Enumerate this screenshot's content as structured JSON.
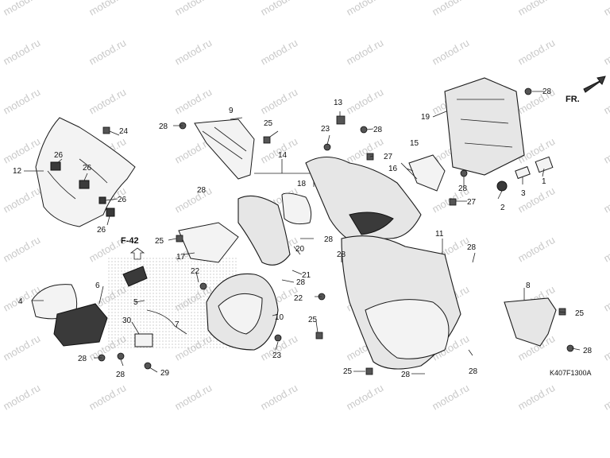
{
  "watermark": {
    "text": "motod.ru"
  },
  "orientation": {
    "label": "FR."
  },
  "reference": {
    "label": "F-42"
  },
  "drawing_code": "K407F1300A",
  "part_labels": [
    {
      "id": "28a",
      "text": "28"
    },
    {
      "id": "9",
      "text": "9"
    },
    {
      "id": "25a",
      "text": "25"
    },
    {
      "id": "13",
      "text": "13"
    },
    {
      "id": "23a",
      "text": "23"
    },
    {
      "id": "28b",
      "text": "28"
    },
    {
      "id": "19",
      "text": "19"
    },
    {
      "id": "28c",
      "text": "28"
    },
    {
      "id": "24",
      "text": "24"
    },
    {
      "id": "26a",
      "text": "26"
    },
    {
      "id": "26b",
      "text": "26"
    },
    {
      "id": "12",
      "text": "12"
    },
    {
      "id": "26c",
      "text": "26"
    },
    {
      "id": "26d",
      "text": "26"
    },
    {
      "id": "14",
      "text": "14"
    },
    {
      "id": "18",
      "text": "18"
    },
    {
      "id": "28d",
      "text": "28"
    },
    {
      "id": "27a",
      "text": "27"
    },
    {
      "id": "15",
      "text": "15"
    },
    {
      "id": "16",
      "text": "16"
    },
    {
      "id": "28e",
      "text": "28"
    },
    {
      "id": "27b",
      "text": "27"
    },
    {
      "id": "2",
      "text": "2"
    },
    {
      "id": "3",
      "text": "3"
    },
    {
      "id": "1",
      "text": "1"
    },
    {
      "id": "25b",
      "text": "25"
    },
    {
      "id": "17",
      "text": "17"
    },
    {
      "id": "28f",
      "text": "28"
    },
    {
      "id": "20",
      "text": "20"
    },
    {
      "id": "21",
      "text": "21"
    },
    {
      "id": "28g",
      "text": "28"
    },
    {
      "id": "11",
      "text": "11"
    },
    {
      "id": "28h",
      "text": "28"
    },
    {
      "id": "22a",
      "text": "22"
    },
    {
      "id": "28i",
      "text": "28"
    },
    {
      "id": "6",
      "text": "6"
    },
    {
      "id": "4",
      "text": "4"
    },
    {
      "id": "5",
      "text": "5"
    },
    {
      "id": "30",
      "text": "30"
    },
    {
      "id": "7",
      "text": "7"
    },
    {
      "id": "10",
      "text": "10"
    },
    {
      "id": "22b",
      "text": "22"
    },
    {
      "id": "8",
      "text": "8"
    },
    {
      "id": "25c",
      "text": "25"
    },
    {
      "id": "25d",
      "text": "25"
    },
    {
      "id": "28j",
      "text": "28"
    },
    {
      "id": "28k",
      "text": "28"
    },
    {
      "id": "29",
      "text": "29"
    },
    {
      "id": "23b",
      "text": "23"
    },
    {
      "id": "25e",
      "text": "25"
    },
    {
      "id": "28l",
      "text": "28"
    },
    {
      "id": "28m",
      "text": "28"
    },
    {
      "id": "28n",
      "text": "28"
    }
  ]
}
